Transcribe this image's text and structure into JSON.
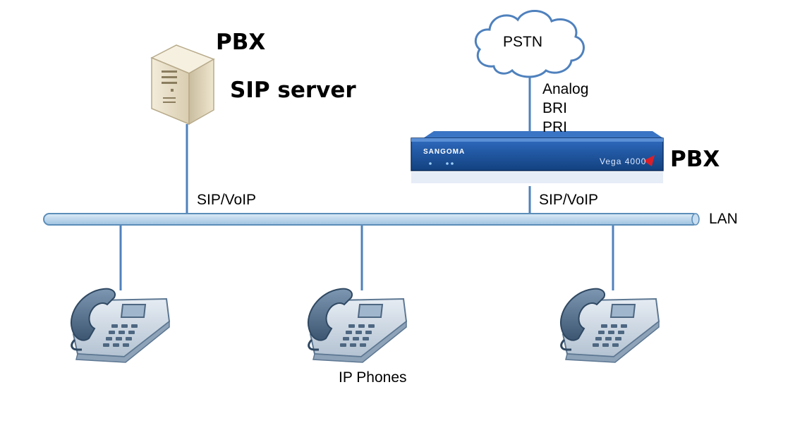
{
  "labels": {
    "pbx_left": "PBX",
    "sip_server": "SIP server",
    "pstn": "PSTN",
    "line_types": [
      "Analog",
      "BRI",
      "PRI"
    ],
    "pbx_right": "PBX",
    "sip_voip_left": "SIP/VoIP",
    "sip_voip_right": "SIP/VoIP",
    "lan": "LAN",
    "ip_phones": "IP Phones"
  },
  "gateway": {
    "brand": "SANGOMA",
    "model": "Vega 4000"
  },
  "icons": {
    "server": "server-tower-icon",
    "cloud": "cloud-icon",
    "gateway": "gateway-appliance-icon",
    "phone": "desk-phone-icon"
  },
  "colors": {
    "lan_fill": "#b9d4ea",
    "lan_stroke": "#5b8db8",
    "link": "#4f81bd",
    "gateway_body": "#1a4f9c",
    "phone_body": "#5d7792"
  }
}
